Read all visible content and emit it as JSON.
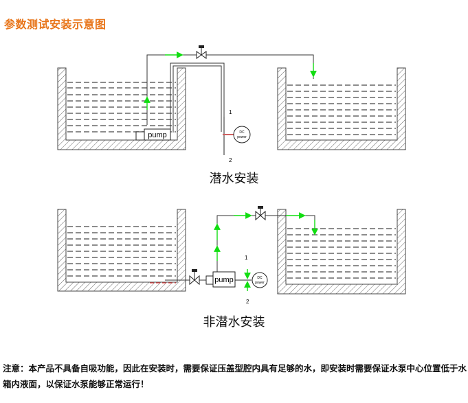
{
  "page_title": "参数测试安装示意图",
  "diagram1": {
    "caption": "潜水安装",
    "pump_label": "pump",
    "power_label": "DC\npower",
    "wire1_label": "1",
    "wire2_label": "2"
  },
  "diagram2": {
    "caption": "非潜水安装",
    "pump_label": "pump",
    "power_label": "DC\npower",
    "wire1_label": "1",
    "wire2_label": "2"
  },
  "note": "注意：本产品不具备自吸功能，因此在安装时，需要保证压盖型腔内具有足够的水，即安装时需要保证水泵中心位置低于水箱内液面，以保证水泵能够正常运行！",
  "colors": {
    "title": "#e8751a",
    "flow_arrow": "#11dd11",
    "tank_hatch": "#666666"
  }
}
